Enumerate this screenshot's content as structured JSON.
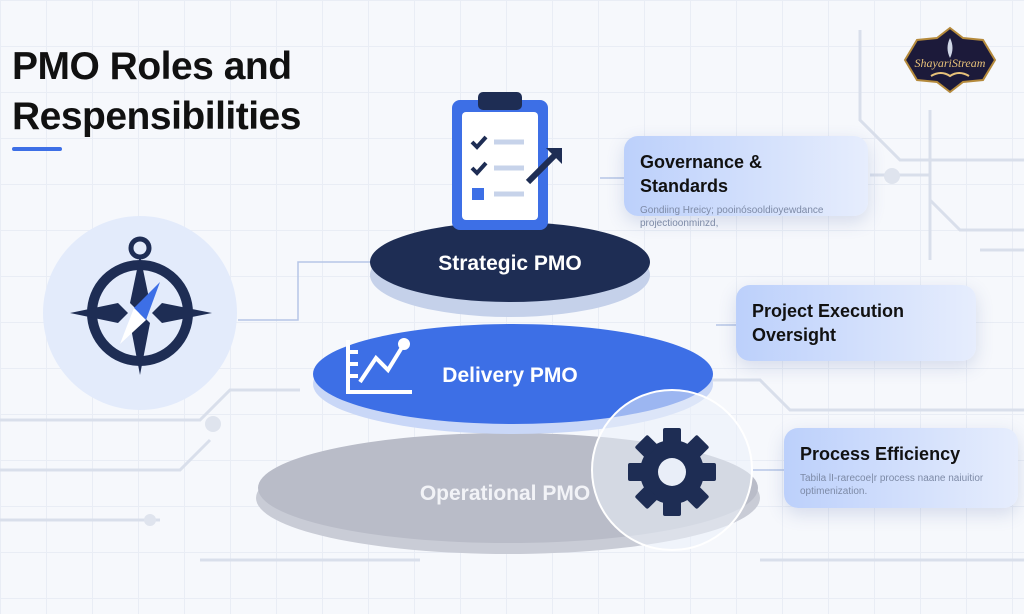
{
  "title": {
    "line1": "PMO Roles and",
    "line2": "Respensibilities"
  },
  "layers": [
    {
      "label": "Strategic PMO",
      "color": "#1e2d54"
    },
    {
      "label": "Delivery PMO",
      "color": "#3d6fe6"
    },
    {
      "label": "Operational PMO",
      "color": "#b9bcc8"
    }
  ],
  "cards": [
    {
      "title": "Governance & Standards",
      "desc": "Gondiing Hreicy; pooinósooldioyewdance projectioonminzd,"
    },
    {
      "title": "Project Execution Oversight",
      "desc": ""
    },
    {
      "title": "Process Efficiency",
      "desc": "Tabila lI-rarecoe|r process naane naiuitior optimenization."
    }
  ],
  "icons": [
    "compass-icon",
    "clipboard-checklist-icon",
    "growth-chart-icon",
    "gear-icon"
  ],
  "logo": {
    "text": "ShayariStream"
  },
  "colors": {
    "accent": "#3d6fe6",
    "navy": "#1e2d54"
  }
}
